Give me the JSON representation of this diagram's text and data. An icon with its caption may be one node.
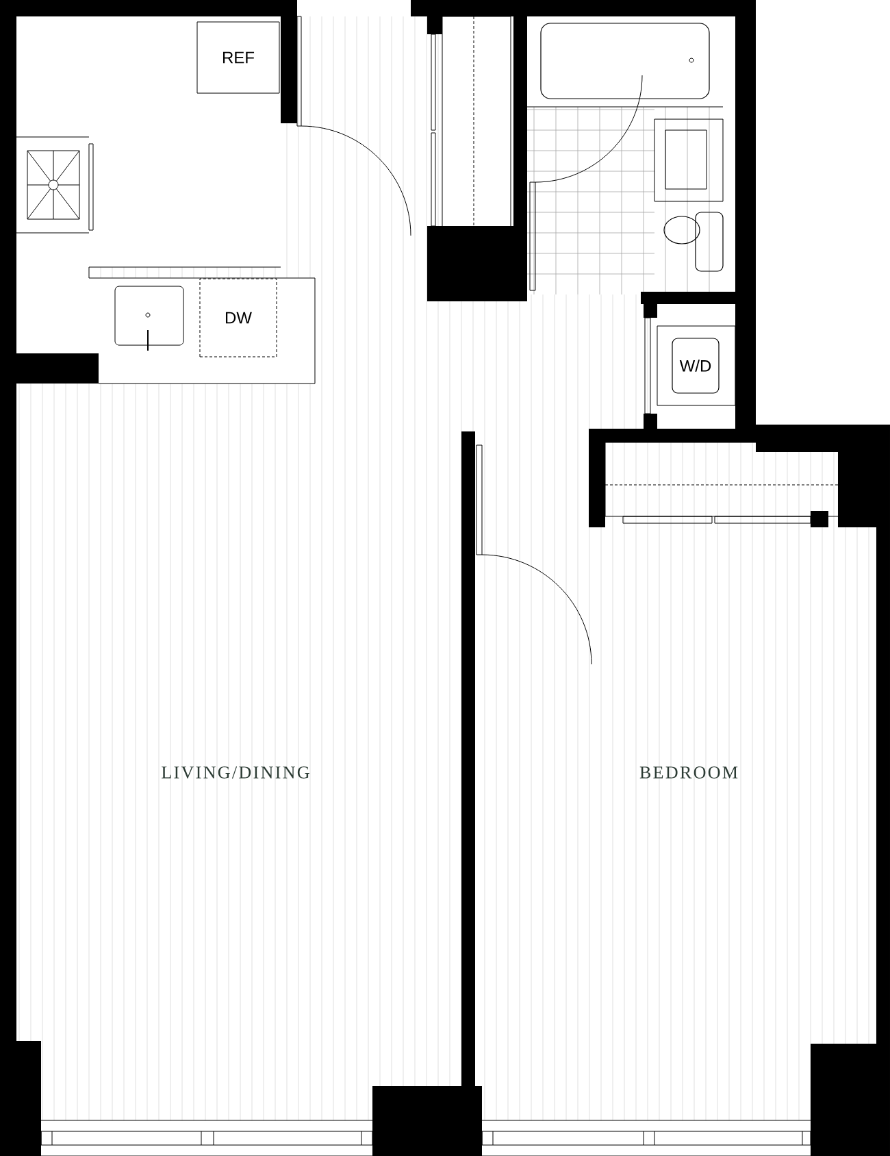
{
  "diagram": {
    "nodes": [
      {
        "text": [
          "REF"
        ]
      },
      {
        "text": [
          "DW"
        ]
      },
      {
        "text": [
          "W/D"
        ]
      }
    ],
    "labels": [
      "LIVING/DINING",
      "BEDROOM"
    ]
  }
}
